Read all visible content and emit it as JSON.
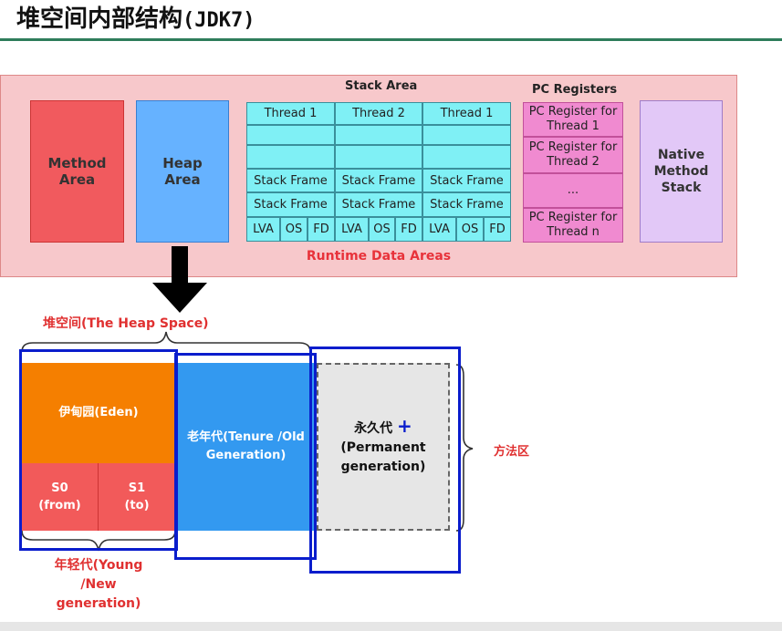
{
  "header": {
    "title": "堆空间内部结构",
    "title_suffix": "(JDK7)"
  },
  "runtime": {
    "method_area": "Method\nArea",
    "heap_area": "Heap\nArea",
    "stack_area_title": "Stack Area",
    "thread_headers": [
      "Thread 1",
      "Thread 2",
      "Thread 1"
    ],
    "stack_frame": "Stack Frame",
    "locals": [
      "LVA",
      "OS",
      "FD"
    ],
    "pc_registers_title": "PC Registers",
    "pc_registers": [
      "PC Register for\nThread 1",
      "PC Register for\nThread 2",
      "...",
      "PC Register for\nThread n"
    ],
    "native_stack": "Native\nMethod\nStack",
    "caption": "Runtime Data Areas"
  },
  "heap_space": {
    "label": "堆空间(The Heap Space)",
    "eden": "伊甸园(Eden)",
    "s0": "S0\n(from)",
    "s1": "S1\n(to)",
    "old": "老年代(Tenure /Old\nGeneration)",
    "perm_main": "永久代",
    "perm_plus": "+",
    "perm_sub": "(Permanent\ngeneration)",
    "method_area_label": "方法区",
    "young_label": "年轻代(Young\n/New\ngeneration)"
  },
  "colors": {
    "method": "#f15a5e",
    "heap": "#66b2ff",
    "stack_cell": "#7ff0f5",
    "pc": "#f08ad0",
    "native": "#e2c8f7",
    "eden": "#f57f00",
    "survivor": "#f25a5a",
    "old": "#3399f0",
    "perm": "#e6e6e6",
    "highlight": "#0a1dcc",
    "label_red": "#e03030"
  }
}
